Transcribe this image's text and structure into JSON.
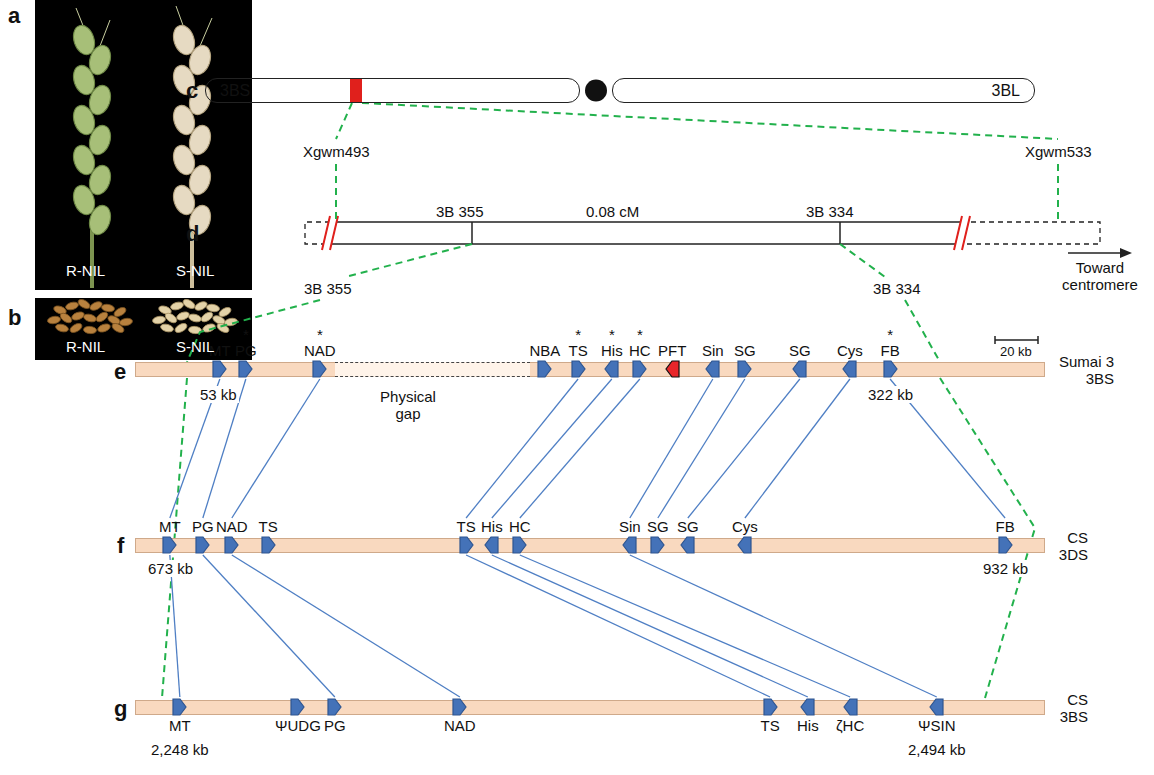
{
  "diagram": {
    "nodes": [
      {
        "text": [
          "3BS"
        ]
      },
      {
        "text": [
          "3BL"
        ]
      },
      {
        "text": [
          "Sumai 3 3BS"
        ]
      },
      {
        "text": [
          "MT"
        ],
        "in": 2
      },
      {
        "text": [
          "*",
          "PG"
        ],
        "in": 2
      },
      {
        "text": [
          "*",
          "NAD"
        ],
        "in": 2
      },
      {
        "text": [
          "NBA"
        ],
        "in": 2
      },
      {
        "text": [
          "*",
          "TS"
        ],
        "in": 2
      },
      {
        "text": [
          "*",
          "His"
        ],
        "in": 2
      },
      {
        "text": [
          "*",
          "HC"
        ],
        "in": 2
      },
      {
        "text": [
          "PFT"
        ],
        "in": 2
      },
      {
        "text": [
          "Sin"
        ],
        "in": 2
      },
      {
        "text": [
          "SG"
        ],
        "in": 2
      },
      {
        "text": [
          "SG"
        ],
        "in": 2
      },
      {
        "text": [
          "Cys"
        ],
        "in": 2
      },
      {
        "text": [
          "*",
          "FB"
        ],
        "in": 2
      },
      {
        "text": [
          "CS 3DS"
        ]
      },
      {
        "text": [
          "MT"
        ],
        "in": 16
      },
      {
        "text": [
          "PG"
        ],
        "in": 16
      },
      {
        "text": [
          "NAD"
        ],
        "in": 16
      },
      {
        "text": [
          "TS"
        ],
        "in": 16
      },
      {
        "text": [
          "TS"
        ],
        "in": 16
      },
      {
        "text": [
          "His"
        ],
        "in": 16
      },
      {
        "text": [
          "HC"
        ],
        "in": 16
      },
      {
        "text": [
          "Sin"
        ],
        "in": 16
      },
      {
        "text": [
          "SG"
        ],
        "in": 16
      },
      {
        "text": [
          "SG"
        ],
        "in": 16
      },
      {
        "text": [
          "Cys"
        ],
        "in": 16
      },
      {
        "text": [
          "FB"
        ],
        "in": 16
      },
      {
        "text": [
          "CS 3BS"
        ]
      },
      {
        "text": [
          "MT"
        ],
        "in": 29
      },
      {
        "text": [
          "ΨUDG"
        ],
        "in": 29
      },
      {
        "text": [
          "PG"
        ],
        "in": 29
      },
      {
        "text": [
          "NAD"
        ],
        "in": 29
      },
      {
        "text": [
          "TS"
        ],
        "in": 29
      },
      {
        "text": [
          "His"
        ],
        "in": 29
      },
      {
        "text": [
          "ζHC"
        ],
        "in": 29
      },
      {
        "text": [
          "ΨSIN"
        ],
        "in": 29
      }
    ],
    "edges": [
      {
        "from": 3,
        "to": 17,
        "arrow": "none"
      },
      {
        "from": 4,
        "to": 18,
        "arrow": "none"
      },
      {
        "from": 5,
        "to": 19,
        "arrow": "none"
      },
      {
        "from": 7,
        "to": 21,
        "arrow": "none"
      },
      {
        "from": 8,
        "to": 22,
        "arrow": "none"
      },
      {
        "from": 9,
        "to": 23,
        "arrow": "none"
      },
      {
        "from": 11,
        "to": 24,
        "arrow": "none"
      },
      {
        "from": 12,
        "to": 25,
        "arrow": "none"
      },
      {
        "from": 13,
        "to": 26,
        "arrow": "none"
      },
      {
        "from": 14,
        "to": 27,
        "arrow": "none"
      },
      {
        "from": 15,
        "to": 28,
        "arrow": "none"
      },
      {
        "from": 17,
        "to": 30,
        "arrow": "none"
      },
      {
        "from": 18,
        "to": 32,
        "arrow": "none"
      },
      {
        "from": 19,
        "to": 33,
        "arrow": "none"
      },
      {
        "from": 21,
        "to": 34,
        "arrow": "none"
      },
      {
        "from": 22,
        "to": 35,
        "arrow": "none"
      },
      {
        "from": 23,
        "to": 36,
        "arrow": "none"
      },
      {
        "from": 24,
        "to": 37,
        "arrow": "none"
      }
    ],
    "labels": [
      "a",
      "R-NIL",
      "S-NIL",
      "b",
      "R-NIL",
      "S-NIL",
      "c",
      "Xgwm493",
      "Xgwm533",
      "d",
      "3B 355",
      "0.08 cM",
      "3B 334",
      "Toward centromere",
      "3B 355",
      "3B 334",
      "e",
      "Physical gap",
      "53 kb",
      "322 kb",
      "20 kb",
      "f",
      "673 kb",
      "932 kb",
      "g",
      "2,248 kb",
      "2,494 kb"
    ]
  }
}
